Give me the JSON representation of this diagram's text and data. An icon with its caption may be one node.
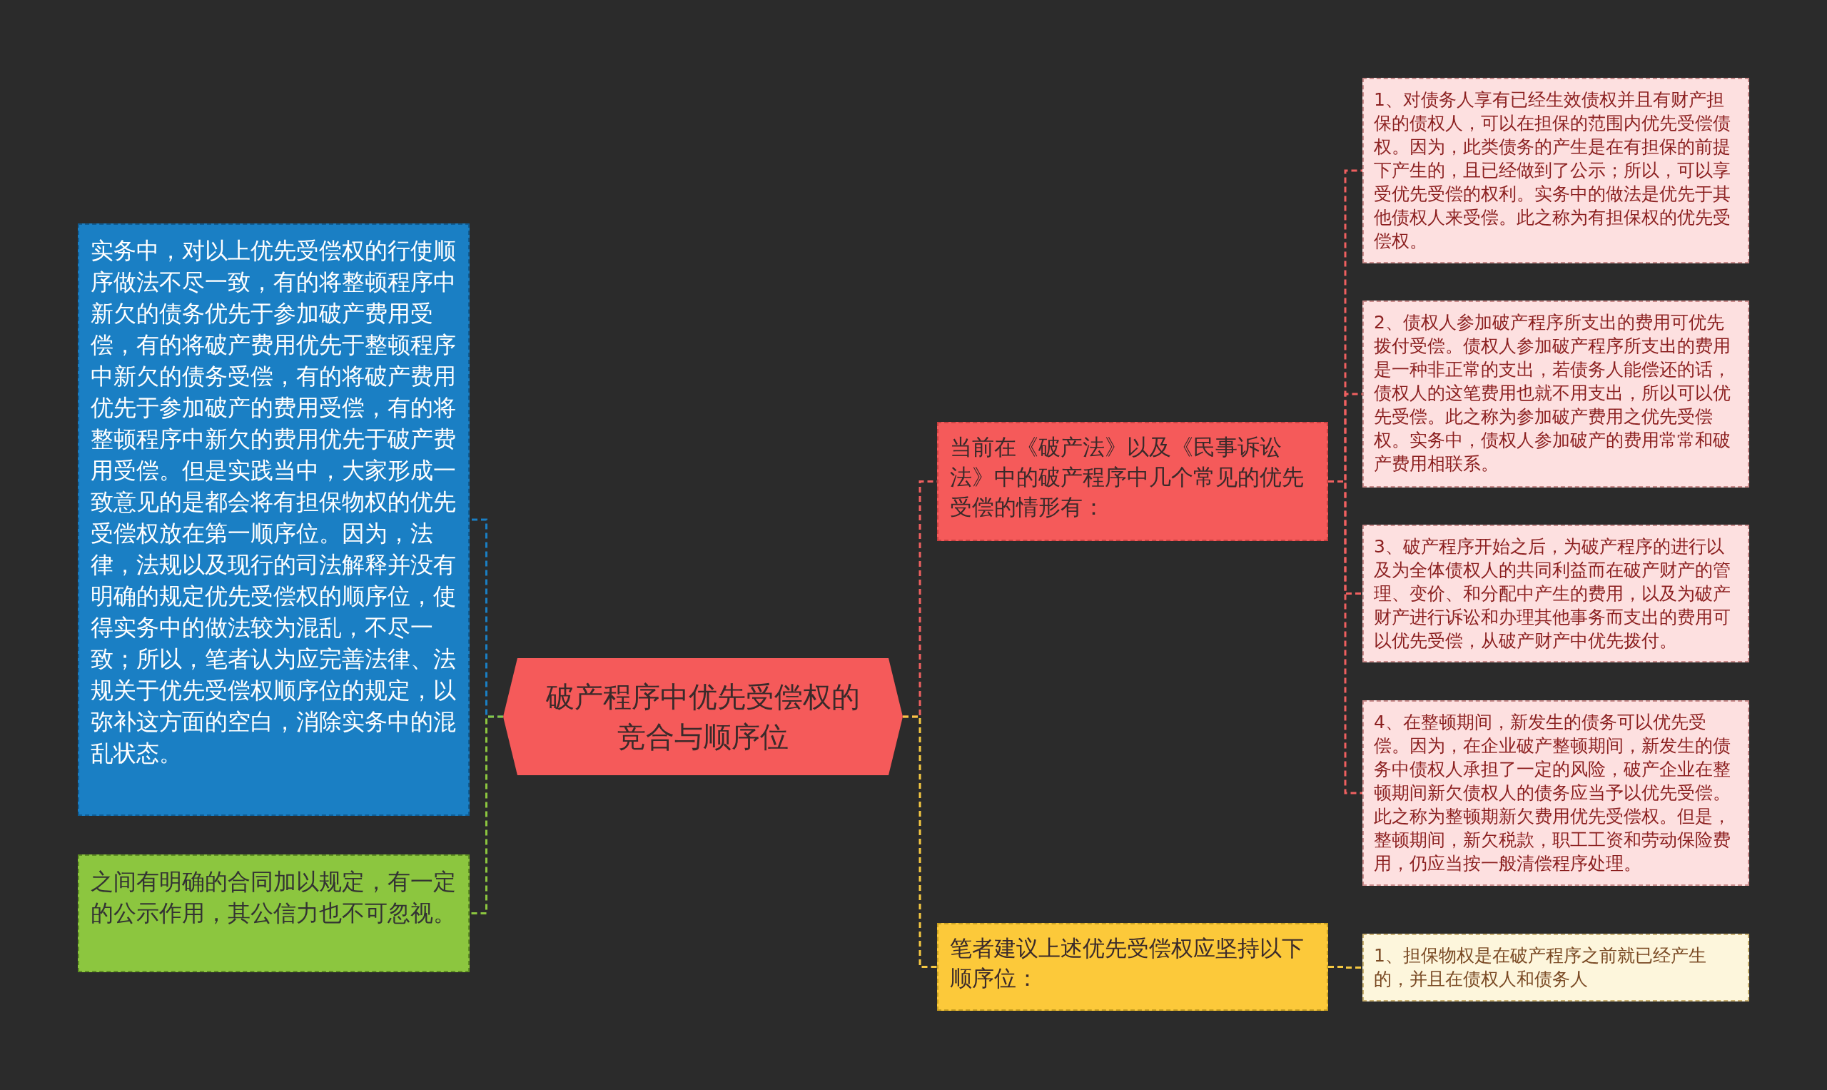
{
  "diagram": {
    "nodes": [
      {
        "text": [
          "破产程序中优先受偿权的竞合与顺序位"
        ]
      },
      {
        "text": [
          "实务中，对以上优先受偿权的行使顺序做法不尽一致，有的将整顿程序中新欠的债务优先于参加破产费用受偿，有的将破产费用优先于整顿程序中新欠的债务受偿，有的将破产费用优先于参加破产的费用受偿，有的将整顿程序中新欠的费用优先于破产费用受偿。但是实践当中，大家形成一致意见的是都会将有担保物权的优先受偿权放在第一顺序位。因为，法律，法规以及现行的司法解释并没有明确的规定优先受偿权的顺序位，使得实务中的做法较为混乱，不尽一致；所以，笔者认为应完善法律、法规关于优先受偿权顺序位的规定，以弥补这方面的空白，消除实务中的混乱状态。"
        ]
      },
      {
        "text": [
          "之间有明确的合同加以规定，有一定的公示作用，其公信力也不可忽视。"
        ]
      },
      {
        "text": [
          "当前在《破产法》以及《民事诉讼法》中的破产程序中几个常见的优先受偿的情形有："
        ]
      },
      {
        "text": [
          "1、对债务人享有已经生效债权并且有财产担保的债权人，可以在担保的范围内优先受偿债权。因为，此类债务的产生是在有担保的前提下产生的，且已经做到了公示；所以，可以享受优先受偿的权利。实务中的做法是优先于其他债权人来受偿。此之称为有担保权的优先受偿权。"
        ]
      },
      {
        "text": [
          "2、债权人参加破产程序所支出的费用可优先拨付受偿。债权人参加破产程序所支出的费用是一种非正常的支出，若债务人能偿还的话，债权人的这笔费用也就不用支出，所以可以优先受偿。此之称为参加破产费用之优先受偿权。实务中，债权人参加破产的费用常常和破产费用相联系。"
        ]
      },
      {
        "text": [
          "3、破产程序开始之后，为破产程序的进行以及为全体债权人的共同利益而在破产财产的管理、变价、和分配中产生的费用，以及为破产财产进行诉讼和办理其他事务而支出的费用可以优先受偿，从破产财产中优先拨付。"
        ]
      },
      {
        "text": [
          "4、在整顿期间，新发生的债务可以优先受偿。因为，在企业破产整顿期间，新发生的债务中债权人承担了一定的风险，破产企业在整顿期间新欠债权人的债务应当予以优先受偿。此之称为整顿期新欠费用优先受偿权。但是，整顿期间，新欠税款，职工工资和劳动保险费用，仍应当按一般清偿程序处理。"
        ]
      },
      {
        "text": [
          "笔者建议上述优先受偿权应坚持以下顺序位："
        ]
      },
      {
        "text": [
          "1、担保物权是在破产程序之前就已经产生的，并且在债权人和债务人"
        ]
      }
    ],
    "edges": [
      {
        "from": 0,
        "to": 1,
        "arrow": "none",
        "color": "#1a7fc4"
      },
      {
        "from": 0,
        "to": 2,
        "arrow": "none",
        "color": "#8cc63f"
      },
      {
        "from": 0,
        "to": 3,
        "arrow": "none"
      },
      {
        "from": 3,
        "to": 4,
        "arrow": "none"
      },
      {
        "from": 3,
        "to": 5,
        "arrow": "none"
      },
      {
        "from": 3,
        "to": 6,
        "arrow": "none"
      },
      {
        "from": 3,
        "to": 7,
        "arrow": "none"
      },
      {
        "from": 0,
        "to": 8,
        "arrow": "none",
        "color": "#f5c842"
      },
      {
        "from": 8,
        "to": 9,
        "arrow": "none",
        "color": "#f5c842"
      }
    ]
  }
}
